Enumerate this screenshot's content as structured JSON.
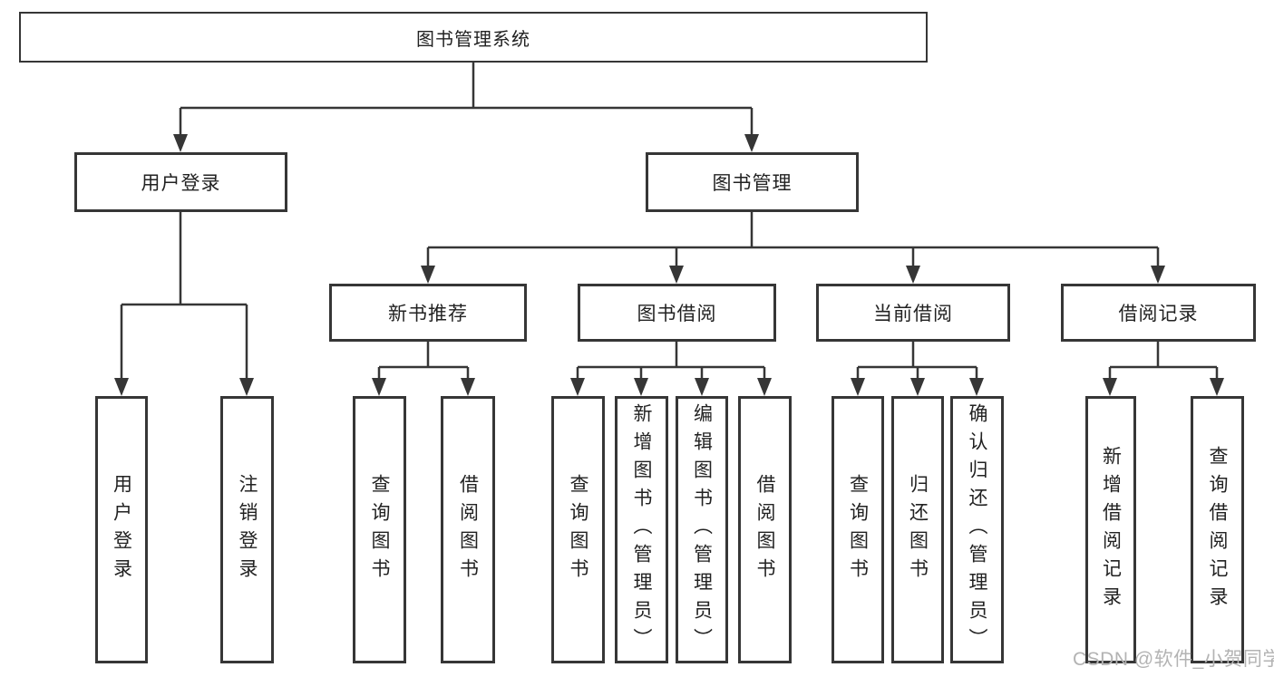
{
  "diagram": {
    "root": {
      "label": "图书管理系统"
    },
    "children": [
      {
        "label": "用户登录",
        "children": [
          {
            "label": "用户登录"
          },
          {
            "label": "注销登录"
          }
        ]
      },
      {
        "label": "图书管理",
        "children": [
          {
            "label": "新书推荐",
            "children": [
              {
                "label": "查询图书"
              },
              {
                "label": "借阅图书"
              }
            ]
          },
          {
            "label": "图书借阅",
            "children": [
              {
                "label": "查询图书"
              },
              {
                "label": "新增图书（管理员）"
              },
              {
                "label": "编辑图书（管理员）"
              },
              {
                "label": "借阅图书"
              }
            ]
          },
          {
            "label": "当前借阅",
            "children": [
              {
                "label": "查询图书"
              },
              {
                "label": "归还图书"
              },
              {
                "label": "确认归还（管理员）"
              }
            ]
          },
          {
            "label": "借阅记录",
            "children": [
              {
                "label": "新增借阅记录"
              },
              {
                "label": "查询借阅记录"
              }
            ]
          }
        ]
      }
    ]
  },
  "watermark": {
    "text": "CSDN @软件_小贺同学"
  },
  "colors": {
    "line": "#363636",
    "text": "#222222",
    "watermark": "#b3b3b3",
    "background": "#ffffff"
  }
}
